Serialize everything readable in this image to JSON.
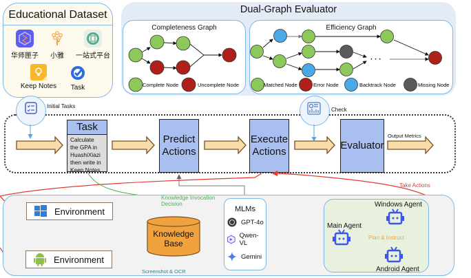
{
  "dataset": {
    "title": "Educational Dataset",
    "apps": [
      {
        "label": "华师匣子",
        "icon": "huashi-xiazi-app-icon",
        "color": "#5b5ff0"
      },
      {
        "label": "小雅",
        "icon": "xiaoya-tree-app-icon",
        "color": "#f2c27a"
      },
      {
        "label": "一站式平台",
        "icon": "one-stop-platform-app-icon",
        "color": "#5fa88a"
      },
      {
        "label": "Keep Notes",
        "icon": "keep-notes-app-icon",
        "color": "#f6b92b"
      },
      {
        "label": "Task",
        "icon": "task-app-icon",
        "color": "#2f6be0"
      }
    ]
  },
  "dual_graph": {
    "title": "Dual-Graph Evaluator",
    "completeness": {
      "title": "Completeness Graph",
      "legend": [
        {
          "label": "Complete Node",
          "color": "#8dc85a"
        },
        {
          "label": "Uncomplete Node",
          "color": "#b0201a"
        }
      ]
    },
    "efficiency": {
      "title": "Efficiency Graph",
      "ellipsis": "· · ·",
      "legend": [
        {
          "label": "Matched Node",
          "color": "#8dc85a"
        },
        {
          "label": "Error Node",
          "color": "#b0201a"
        },
        {
          "label": "Backtrack Node",
          "color": "#4aaae8"
        },
        {
          "label": "Missing Node",
          "color": "#5a5a5a"
        }
      ]
    }
  },
  "pipeline": {
    "initial_tasks_label": "Initial Tasks",
    "check_label": "Check",
    "task": {
      "title": "Task",
      "description_lines": [
        "Calculate",
        "the GPA in",
        "HuashiXiazi",
        "then write in",
        "Keep Notes"
      ]
    },
    "predict": [
      "Predict",
      "Actions"
    ],
    "execute": [
      "Execute",
      "Actions"
    ],
    "evaluator": "Evaluator",
    "output_label": "Output Metrics",
    "take_actions_label": "Take Actions"
  },
  "environment": {
    "windows_label": "Environment",
    "android_label": "Environment",
    "knowledge_invocation_label": [
      "Knowledge Invocation",
      "Decision"
    ],
    "knowledge_base": [
      "Knowledge",
      "Base"
    ],
    "screenshot_label": "Screenshot & OCR",
    "mlms": {
      "title": "MLMs",
      "models": [
        "GPT-4o",
        "Qwen-VL",
        "Gemini"
      ]
    },
    "agents": {
      "main": "Main Agent",
      "windows": "Windows Agent",
      "android": "Android Agent",
      "plan_label": "Plan & Instruct"
    }
  },
  "colors": {
    "stage_fill": "#a9bff0",
    "arrow_fill": "#f8dcaa",
    "arrow_stroke": "#7a5020",
    "red_line": "#e23b2e",
    "green_line": "#4caf50",
    "teal_line": "#3a7f8f",
    "purple_line": "#6a3c9a",
    "orange_line": "#f0a640",
    "robot_blue": "#3b56e8"
  }
}
